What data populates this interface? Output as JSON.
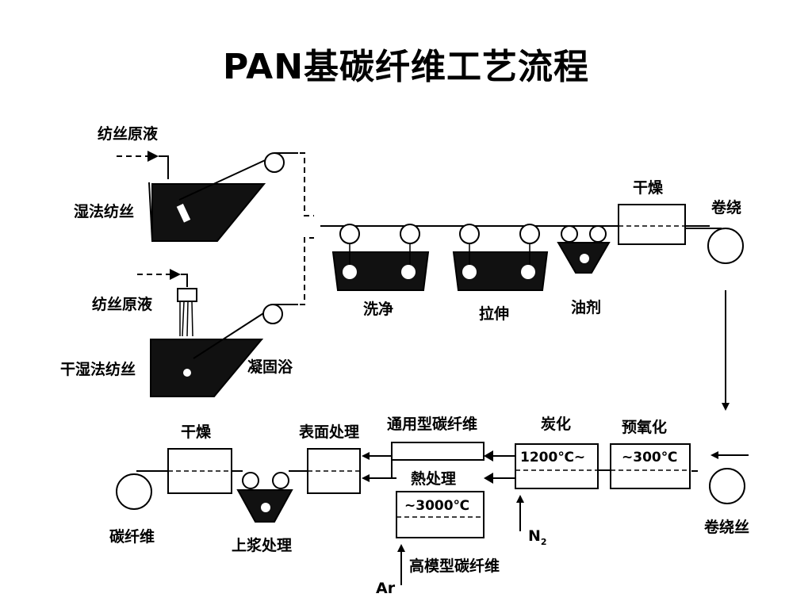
{
  "title": "PAN基碳纤维工艺流程",
  "labels": {
    "spin_dope_1": "纺丝原液",
    "wet_spinning": "湿法纺丝",
    "spin_dope_2": "纺丝原液",
    "dry_wet_spinning": "干湿法纺丝",
    "coagulation_bath": "凝固浴",
    "washing": "洗净",
    "stretching": "拉伸",
    "oiling": "油剂",
    "drying_top": "干燥",
    "winding": "卷绕",
    "pre_oxidation": "预氧化",
    "pre_oxidation_temp": "~300℃",
    "carbonization": "炭化",
    "carbonization_temp": "1200℃~",
    "general_cf": "通用型碳纤维",
    "heat_treatment": "熱处理",
    "heat_treatment_temp": "~3000℃",
    "high_modulus_cf": "高模型碳纤维",
    "surface_treatment": "表面处理",
    "drying_bottom": "干燥",
    "sizing": "上浆处理",
    "carbon_fiber": "碳纤维",
    "wound_fiber": "卷绕丝",
    "gas_n2": "N",
    "gas_n2_sub": "2",
    "gas_ar": "Ar"
  }
}
